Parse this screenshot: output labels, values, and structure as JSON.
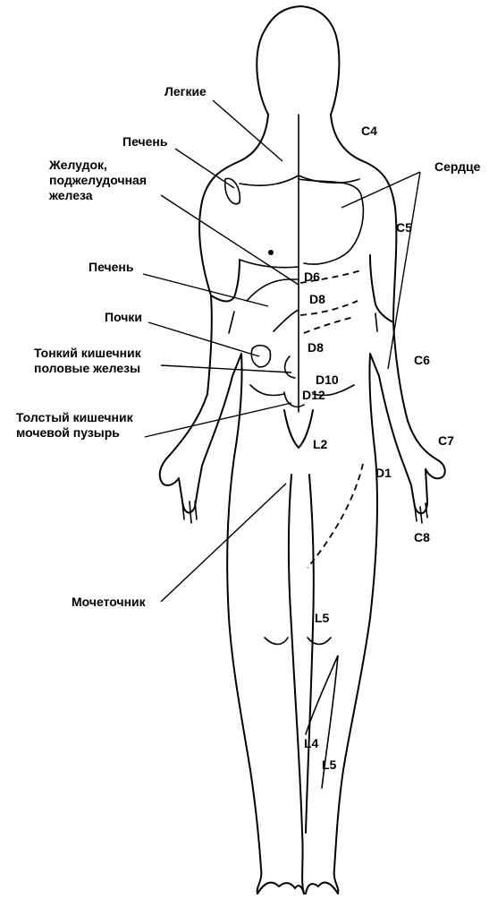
{
  "organ_labels": {
    "lungs": "Легкие",
    "liver_upper": "Печень",
    "stomach": "Желудок,\nподжелудочная\nжелеза",
    "heart": "Сердце",
    "liver_lower": "Печень",
    "kidneys": "Почки",
    "small_intestine": "Тонкий кишечник\nполовые железы",
    "large_intestine": "Толстый кишечник\nмочевой пузырь",
    "ureter": "Мочеточник"
  },
  "segment_labels": {
    "c4": "C4",
    "c5": "C5",
    "c6": "C6",
    "c7": "C7",
    "c8": "C8",
    "d1": "D1",
    "d6": "D6",
    "d8a": "D8",
    "d8b": "D8",
    "d10": "D10",
    "d12": "D12",
    "l2": "L2",
    "l5a": "L5",
    "l4": "L4",
    "l5b": "L5"
  }
}
